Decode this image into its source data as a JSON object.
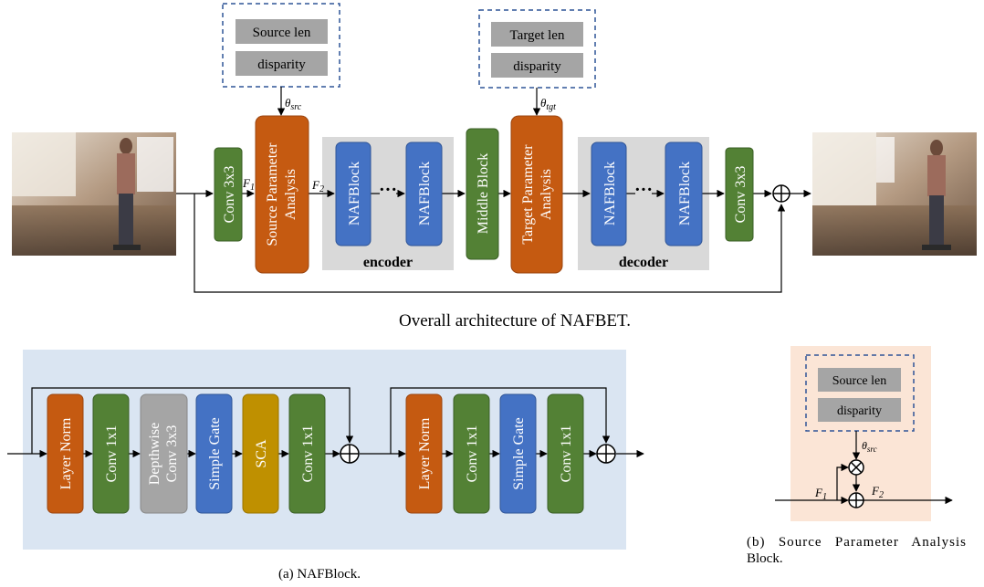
{
  "top": {
    "source_box": {
      "line1": "Source len",
      "line2": "disparity"
    },
    "target_box": {
      "line1": "Target len",
      "line2": "disparity"
    },
    "theta_src": {
      "base": "θ",
      "sub": "src"
    },
    "theta_tgt": {
      "base": "θ",
      "sub": "tgt"
    },
    "f1": {
      "base": "F",
      "sub": "1"
    },
    "f2": {
      "base": "F",
      "sub": "2"
    },
    "conv_in": "Conv 3x3",
    "spa": {
      "line1": "Source Parameter",
      "line2": "Analysis"
    },
    "nafblock": "NAFBlock",
    "ellipsis": "···",
    "encoder_label": "encoder",
    "middle_block": "Middle Block",
    "tpa": {
      "line1": "Target Parameter",
      "line2": "Analysis"
    },
    "decoder_label": "decoder",
    "conv_out": "Conv 3x3",
    "caption": "Overall architecture of NAFBET."
  },
  "nafblock_detail": {
    "block1": {
      "layer_norm": "Layer Norm",
      "conv1": "Conv 1x1",
      "depthwise": {
        "line1": "Depthwise",
        "line2": "Conv 3x3"
      },
      "simple_gate": "Simple Gate",
      "sca": "SCA",
      "conv2": "Conv 1x1"
    },
    "block2": {
      "layer_norm": "Layer Norm",
      "conv1": "Conv 1x1",
      "simple_gate": "Simple Gate",
      "conv2": "Conv 1x1"
    },
    "caption": "(a) NAFBlock."
  },
  "spa_detail": {
    "source_len": "Source len",
    "disparity": "disparity",
    "theta": {
      "base": "θ",
      "sub": "src"
    },
    "f1": {
      "base": "F",
      "sub": "1"
    },
    "f2": {
      "base": "F",
      "sub": "2"
    },
    "caption": {
      "line1": "(b)   Source   Parameter   Analysis",
      "line2": "Block."
    }
  },
  "colors": {
    "green": "#538135",
    "blue": "#4472c4",
    "orange": "#c55a11",
    "gray_block": "#a5a5a5",
    "gold": "#bf9000",
    "gray_region": "#d9d9d9",
    "blue_bg": "#dae5f2",
    "peach_bg": "#fbe5d6",
    "dash_border": "#2f5597"
  }
}
